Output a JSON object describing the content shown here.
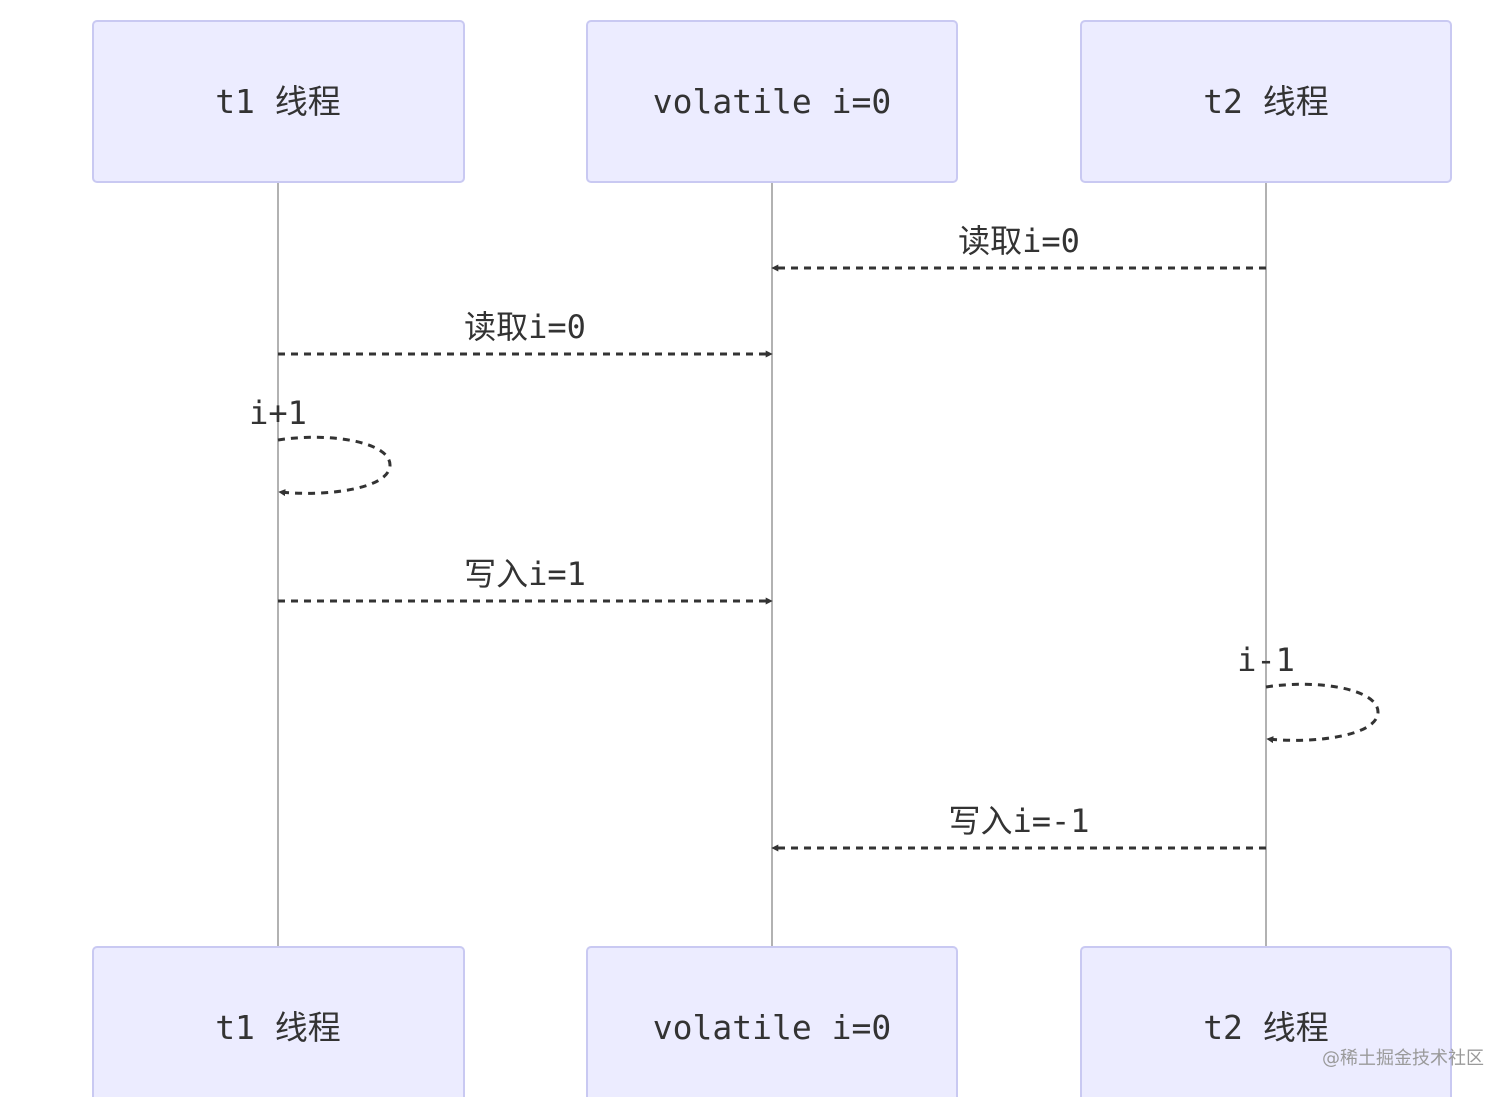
{
  "diagram": {
    "type": "sequence",
    "participants": [
      {
        "id": "t1",
        "label": "t1 线程"
      },
      {
        "id": "vol",
        "label": "volatile i=0"
      },
      {
        "id": "t2",
        "label": "t2 线程"
      }
    ],
    "messages": [
      {
        "from": "t2",
        "to": "vol",
        "label": "读取i=0",
        "style": "dashed"
      },
      {
        "from": "t1",
        "to": "vol",
        "label": "读取i=0",
        "style": "dashed"
      },
      {
        "from": "t1",
        "to": "t1",
        "label": "i+1",
        "style": "dashed"
      },
      {
        "from": "t1",
        "to": "vol",
        "label": "写入i=1",
        "style": "dashed"
      },
      {
        "from": "t2",
        "to": "t2",
        "label": "i-1",
        "style": "dashed"
      },
      {
        "from": "t2",
        "to": "vol",
        "label": "写入i=-1",
        "style": "dashed"
      }
    ]
  },
  "watermark": {
    "text": "@稀土掘金技术社区"
  },
  "colors": {
    "actor_fill": "#ececff",
    "actor_stroke": "#c9c9f2",
    "line": "#333333",
    "lifeline": "#999999",
    "text": "#333333"
  }
}
